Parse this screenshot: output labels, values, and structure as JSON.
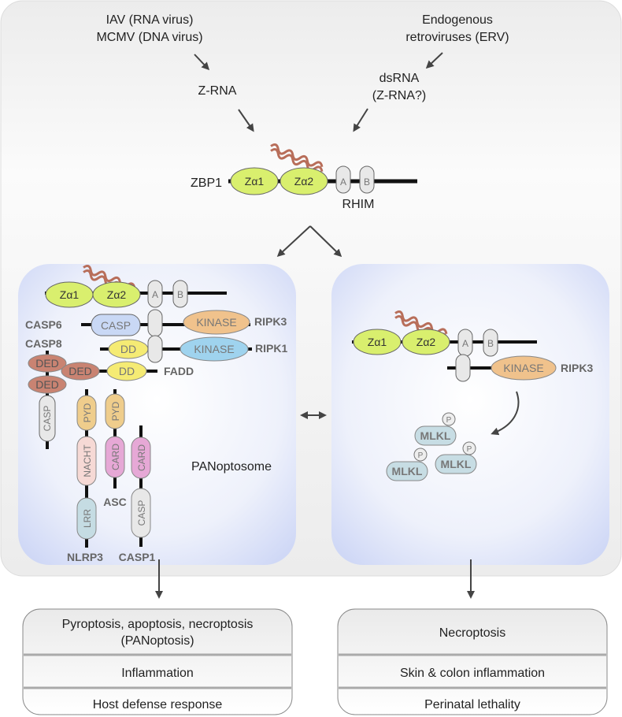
{
  "inputs": {
    "left_line1": "IAV (RNA virus)",
    "left_line2": "MCMV (DNA virus)",
    "right_line1": "Endogenous",
    "right_line2": "retroviruses (ERV)",
    "zrna": "Z-RNA",
    "dsrna_line1": "dsRNA",
    "dsrna_line2": "(Z-RNA?)"
  },
  "zbp1": {
    "name": "ZBP1",
    "za1": "Zα1",
    "za2": "Zα2",
    "rhim_a": "A",
    "rhim_b": "B",
    "rhim": "RHIM"
  },
  "left_panel": {
    "za1": "Zα1",
    "za2": "Zα2",
    "a": "A",
    "b": "B",
    "casp6": "CASP6",
    "casp_domain": "CASP",
    "kinase": "KINASE",
    "ripk3": "RIPK3",
    "casp8": "CASP8",
    "dd": "DD",
    "ripk1": "RIPK1",
    "ded": "DED",
    "fadd": "FADD",
    "casp": "CASP",
    "pyd": "PYD",
    "nacht": "NACHT",
    "lrr": "LRR",
    "nlrp3": "NLRP3",
    "card": "CARD",
    "asc": "ASC",
    "casp1": "CASP1",
    "panoptosome": "PANoptosome"
  },
  "right_panel": {
    "za1": "Zα1",
    "za2": "Zα2",
    "a": "A",
    "b": "B",
    "kinase": "KINASE",
    "ripk3": "RIPK3",
    "mlkl": "MLKL",
    "p": "P"
  },
  "outcomes_left": {
    "row1_line1": "Pyroptosis, apoptosis, necroptosis",
    "row1_line2": "(PANoptosis)",
    "row2": "Inflammation",
    "row3": "Host defense response"
  },
  "outcomes_right": {
    "row1": "Necroptosis",
    "row2": "Skin & colon inflammation",
    "row3": "Perinatal lethality"
  },
  "colors": {
    "za": "#d9ef6e",
    "kinase_orange": "#f0c28c",
    "kinase_blue": "#9fd3ee",
    "dd": "#f5eb74",
    "ded": "#c98372",
    "pyd": "#efcd8c",
    "card": "#e6a8d6",
    "nacht": "#f6d9d5",
    "lrr": "#c5dce3",
    "mlkl": "#c7dde4",
    "casp_blue": "#c9d8f5",
    "grey_domain": "#e8e8e8",
    "rna": "#b86e5a"
  }
}
